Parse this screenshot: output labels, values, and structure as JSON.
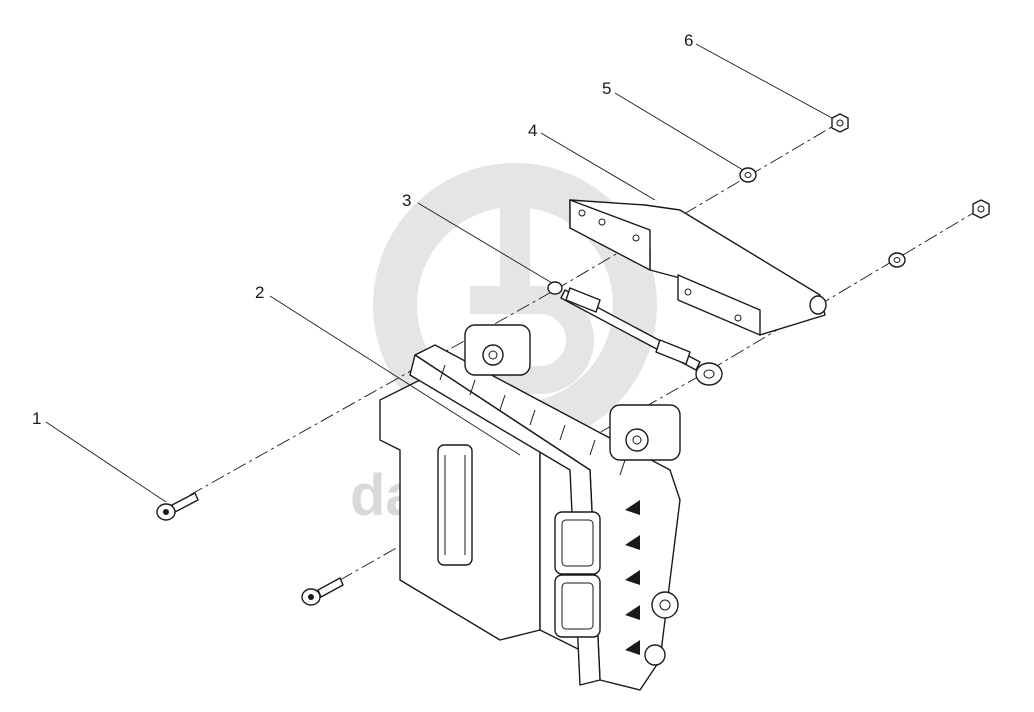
{
  "diagram": {
    "callouts": [
      {
        "id": "1",
        "label": "1"
      },
      {
        "id": "2",
        "label": "2"
      },
      {
        "id": "3",
        "label": "3"
      },
      {
        "id": "4",
        "label": "4"
      },
      {
        "id": "5",
        "label": "5"
      },
      {
        "id": "6",
        "label": "6"
      }
    ],
    "watermark": {
      "text": "data-parts",
      "color": "#d9d9d9"
    },
    "colors": {
      "line": "#1a1a1a",
      "background": "#ffffff"
    }
  }
}
